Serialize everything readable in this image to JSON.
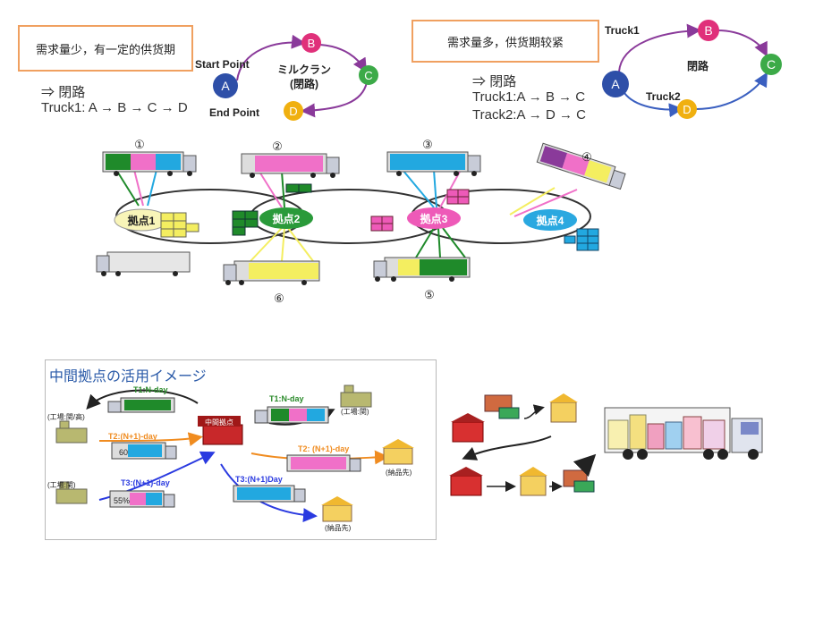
{
  "callout_left": "需求量少，有一定的供货期",
  "callout_right": "需求量多，供货期较紧",
  "left_route": {
    "arrow_prefix": "⇒",
    "heading": "閉路",
    "line1": "Truck1: A → B → C → D",
    "start_label": "Start Point",
    "end_label": "End Point",
    "center_label_1": "ミルクラン",
    "center_label_2": "(閉路)",
    "nodes": {
      "a": "A",
      "b": "B",
      "c": "C",
      "d": "D"
    }
  },
  "right_route": {
    "arrow_prefix": "⇒",
    "heading": "閉路",
    "line1": "Truck1:A → B → C",
    "line2": "Track2:A → D → C",
    "truck1_label": "Truck1",
    "truck2_label": "Truck2",
    "center_label": "閉路",
    "nodes": {
      "a": "A",
      "b": "B",
      "c": "C",
      "d": "D"
    }
  },
  "hub_network": {
    "hubs": [
      "拠点1",
      "拠点2",
      "拠点3",
      "拠点4"
    ],
    "truck_numbers": [
      "①",
      "②",
      "③",
      "④",
      "⑤",
      "⑥"
    ]
  },
  "bottom_left_panel": {
    "title": "中間拠点の活用イメージ",
    "center_label": "中間拠点",
    "t1_left": "T1:N-day",
    "t1_right": "T1:N-day",
    "t2_left": "T2:(N+1)-day",
    "t2_right": "T2: (N+1)-day",
    "t3_left": "T3:(N+1)-day",
    "t3_right": "T3:(N+1)Day",
    "pct_60": "60",
    "pct_55": "55%",
    "factory_1": "(工場:関/高)",
    "factory_2": "(工場:関)",
    "factory_3": "(工場:関)",
    "dest_1": "(納品先)",
    "dest_2": "(納品先)"
  },
  "colors": {
    "node_a": "#2e4fa8",
    "node_b": "#e0307a",
    "node_c": "#3caa48",
    "node_d": "#f0b010",
    "route_purple": "#8a3a9a",
    "route_blue": "#3a5fc0",
    "green": "#1f8a2a",
    "pink": "#f070c8",
    "cyan": "#22a8e0",
    "yellow": "#f4ee60"
  }
}
